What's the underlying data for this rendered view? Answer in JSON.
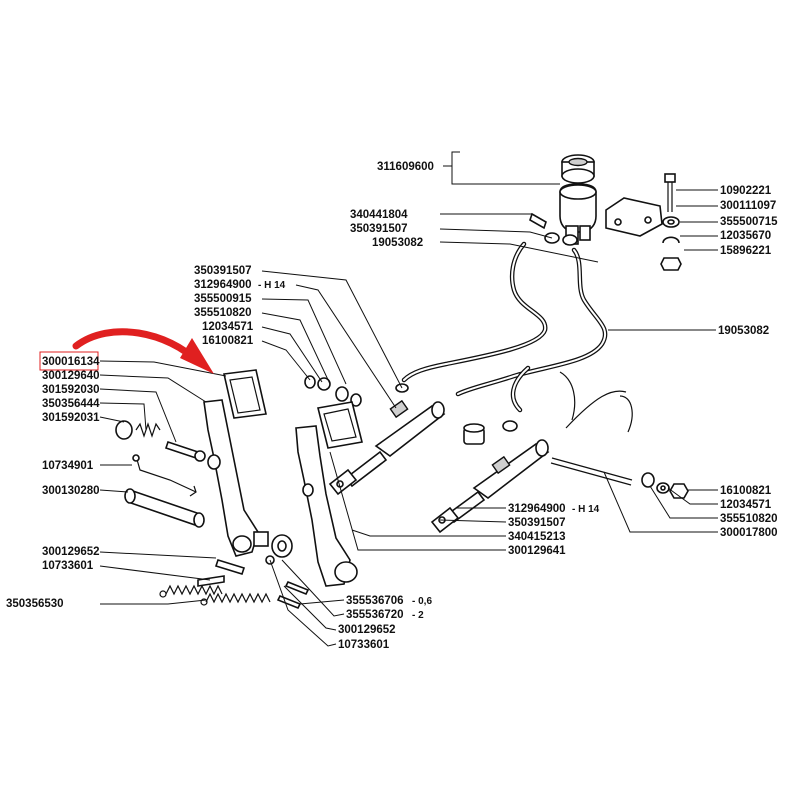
{
  "diagram": {
    "highlight_color": "#e02020",
    "labels": [
      {
        "id": "l1",
        "code": "311609600"
      },
      {
        "id": "l2",
        "code": "340441804"
      },
      {
        "id": "l3",
        "code": "350391507"
      },
      {
        "id": "l4",
        "code": "19053082"
      },
      {
        "id": "l5",
        "code": "10902221"
      },
      {
        "id": "l6",
        "code": "300111097"
      },
      {
        "id": "l7",
        "code": "355500715"
      },
      {
        "id": "l8",
        "code": "12035670"
      },
      {
        "id": "l9",
        "code": "15896221"
      },
      {
        "id": "l10",
        "code": "350391507"
      },
      {
        "id": "l11",
        "code": "312964900",
        "suffix": "- H 14"
      },
      {
        "id": "l12",
        "code": "355500915"
      },
      {
        "id": "l13",
        "code": "355510820"
      },
      {
        "id": "l14",
        "code": "12034571"
      },
      {
        "id": "l15",
        "code": "16100821"
      },
      {
        "id": "l16",
        "code": "19053082"
      },
      {
        "id": "l17",
        "code": "300016134"
      },
      {
        "id": "l18",
        "code": "300129640"
      },
      {
        "id": "l19",
        "code": "301592030"
      },
      {
        "id": "l20",
        "code": "350356444"
      },
      {
        "id": "l21",
        "code": "301592031"
      },
      {
        "id": "l22",
        "code": "10734901"
      },
      {
        "id": "l23",
        "code": "300130280"
      },
      {
        "id": "l24",
        "code": "16100821"
      },
      {
        "id": "l25",
        "code": "12034571"
      },
      {
        "id": "l26",
        "code": "355510820"
      },
      {
        "id": "l27",
        "code": "300017800"
      },
      {
        "id": "l28",
        "code": "312964900",
        "suffix": "- H 14"
      },
      {
        "id": "l29",
        "code": "350391507"
      },
      {
        "id": "l30",
        "code": "340415213"
      },
      {
        "id": "l31",
        "code": "300129641"
      },
      {
        "id": "l32",
        "code": "300129652"
      },
      {
        "id": "l33",
        "code": "10733601"
      },
      {
        "id": "l34",
        "code": "350356530"
      },
      {
        "id": "l35",
        "code": "355536706",
        "suffix": "- 0,6"
      },
      {
        "id": "l36",
        "code": "355536720",
        "suffix": "- 2"
      },
      {
        "id": "l37",
        "code": "300129652"
      },
      {
        "id": "l38",
        "code": "10733601"
      }
    ]
  }
}
